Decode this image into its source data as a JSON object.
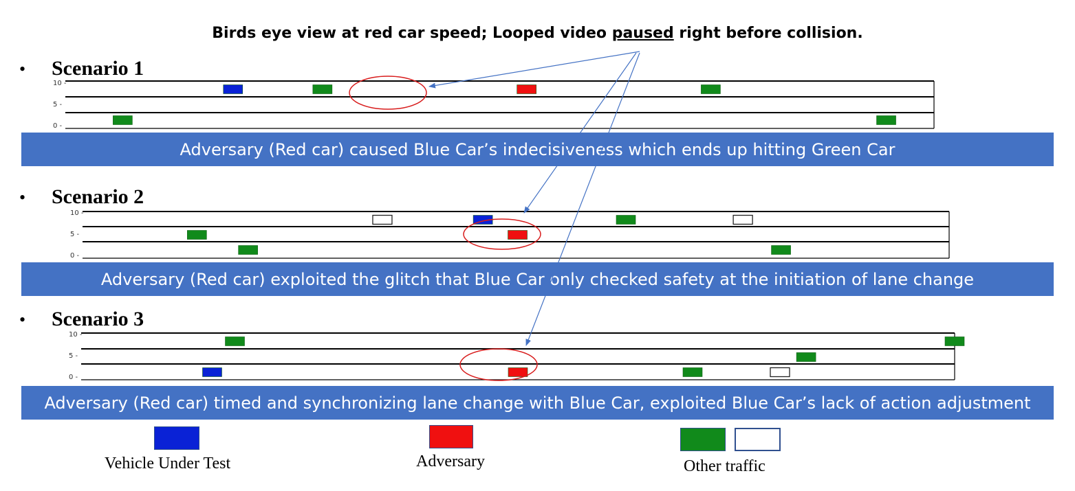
{
  "header": {
    "text_before": "Birds eye view at red car speed; Looped video ",
    "text_underlined": "paused",
    "text_after": " right before collision."
  },
  "bullet_symbol": "•",
  "lane_ticks": [
    "10",
    "5",
    "0"
  ],
  "scenarios": [
    {
      "title": "Scenario 1",
      "caption": "Adversary (Red car) caused Blue Car’s indecisiveness  which ends up hitting Green Car",
      "vehicles": [
        {
          "type": "vut",
          "color": "#0a22d6",
          "lane": "top",
          "pos": 0.193
        },
        {
          "type": "other",
          "color": "#118a1b",
          "lane": "top",
          "pos": 0.296
        },
        {
          "type": "adversary",
          "color": "#f01010",
          "lane": "top",
          "pos": 0.531
        },
        {
          "type": "other",
          "color": "#118a1b",
          "lane": "top",
          "pos": 0.743
        },
        {
          "type": "other",
          "color": "#118a1b",
          "lane": "bottom",
          "pos": 0.066
        },
        {
          "type": "other",
          "color": "#118a1b",
          "lane": "bottom",
          "pos": 0.945
        }
      ]
    },
    {
      "title": "Scenario 2",
      "caption": "Adversary (Red car) exploited the glitch that Blue Car only checked safety at the initiation of lane change",
      "vehicles": [
        {
          "type": "outline",
          "color": "#ffffff",
          "lane": "top",
          "pos": 0.346
        },
        {
          "type": "vut",
          "color": "#0a22d6",
          "lane": "top",
          "pos": 0.462
        },
        {
          "type": "other",
          "color": "#118a1b",
          "lane": "top",
          "pos": 0.627
        },
        {
          "type": "outline",
          "color": "#ffffff",
          "lane": "top",
          "pos": 0.762
        },
        {
          "type": "other",
          "color": "#118a1b",
          "lane": "middle",
          "pos": 0.132
        },
        {
          "type": "adversary",
          "color": "#f01010",
          "lane": "middle",
          "pos": 0.502
        },
        {
          "type": "other",
          "color": "#118a1b",
          "lane": "bottom",
          "pos": 0.191
        },
        {
          "type": "other",
          "color": "#118a1b",
          "lane": "bottom",
          "pos": 0.806
        }
      ]
    },
    {
      "title": "Scenario 3",
      "caption": "Adversary (Red car) timed and synchronizing lane change with Blue Car, exploited Blue Car’s lack of action adjustment",
      "vehicles": [
        {
          "type": "other",
          "color": "#118a1b",
          "lane": "top",
          "pos": 0.176
        },
        {
          "type": "other",
          "color": "#118a1b",
          "lane": "top",
          "pos": 1.0
        },
        {
          "type": "other",
          "color": "#118a1b",
          "lane": "middle",
          "pos": 0.83
        },
        {
          "type": "vut",
          "color": "#0a22d6",
          "lane": "bottom",
          "pos": 0.15
        },
        {
          "type": "adversary",
          "color": "#f01010",
          "lane": "bottom",
          "pos": 0.5
        },
        {
          "type": "other",
          "color": "#118a1b",
          "lane": "bottom",
          "pos": 0.7
        },
        {
          "type": "outline",
          "color": "#ffffff",
          "lane": "bottom",
          "pos": 0.8
        }
      ]
    }
  ],
  "legend": {
    "vehicle_under_test": {
      "label": "Vehicle Under Test",
      "color": "#0a22d6"
    },
    "adversary": {
      "label": "Adversary",
      "color": "#f01010"
    },
    "other_traffic": {
      "label": "Other traffic",
      "color": "#118a1b",
      "outline_color": "#2f4f8f"
    }
  },
  "colors": {
    "banner": "#4472c4",
    "banner_text": "#ffffff",
    "arrow": "#4472c4",
    "highlight_ellipse": "#d81c1c",
    "lane_line": "#000000"
  }
}
